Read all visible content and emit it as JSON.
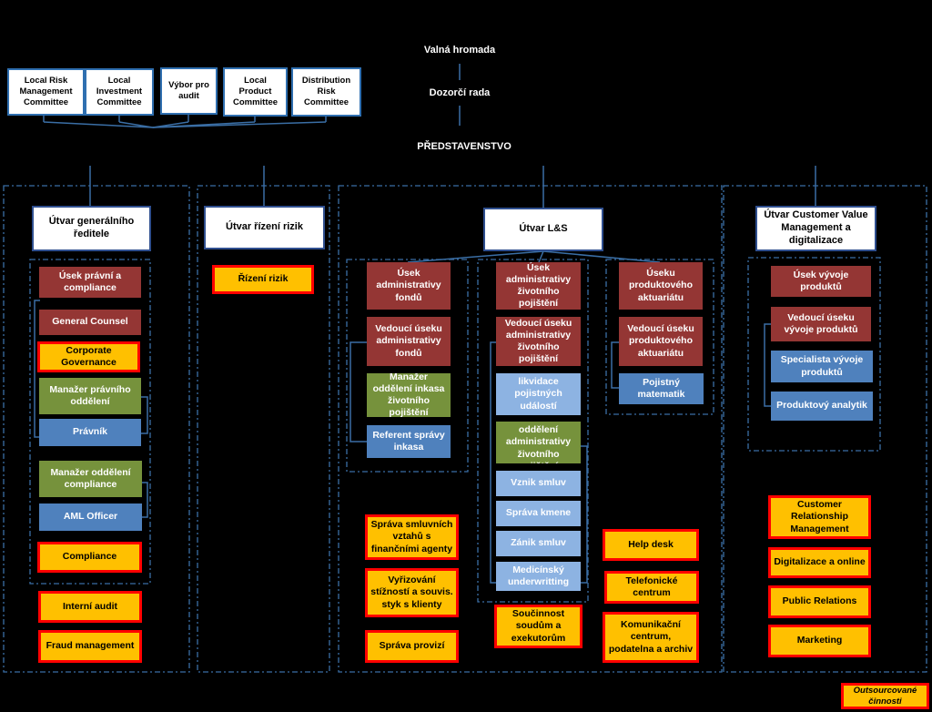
{
  "top": {
    "general_meeting": "Valná hromada",
    "supervisory_board": "Dozorčí rada",
    "board": "PŘEDSTAVENSTVO"
  },
  "committees": [
    "Local Risk Management Committee",
    "Local Investment Committee",
    "Výbor pro audit",
    "Local Product Committee",
    "Distribution Risk Committee"
  ],
  "units": {
    "ceo": {
      "title": "Útvar generálního ředitele",
      "items": [
        "Úsek právní a compliance",
        "General Counsel",
        "Corporate Governance",
        "Manažer právního oddělení",
        "Právník",
        "Manažer oddělení compliance",
        "AML Officer",
        "Compliance"
      ],
      "outsourced": [
        "Interní audit",
        "Fraud management"
      ]
    },
    "risk": {
      "title": "Útvar řízení rizik",
      "items": [
        "Řízení rizik"
      ]
    },
    "ls": {
      "title": "Útvar L&S",
      "funds": [
        "Úsek administrativy fondů",
        "Vedoucí úseku administrativy fondů",
        "Manažer oddělení inkasa životního pojištění",
        "Referent správy inkasa"
      ],
      "life": [
        "Úsek administrativy životního pojištění",
        "Vedoucí úseku administrativy životního pojištění",
        "likvidace pojistných událostí",
        "Manažer oddělení administrativy životního pojištění",
        "Vznik smluv",
        "Správa kmene",
        "Zánik smluv",
        "Medicínský underwritting"
      ],
      "actuarial": [
        "Úseku produktového aktuariátu",
        "Vedoucí úseku produktového aktuariátu",
        "Pojistný matematik"
      ],
      "outsourced_left": [
        "Správa smluvních vztahů s finančními agenty",
        "Vyřizování stížností a souvis. styk s klienty",
        "Správa provizí"
      ],
      "outsourced_mid": [
        "Součinnost soudům a exekutorům"
      ],
      "outsourced_right": [
        "Help desk",
        "Telefonické centrum",
        "Komunikační centrum, podatelna a archiv"
      ]
    },
    "cvm": {
      "title": "Útvar Customer Value Management a digitalizace",
      "items": [
        "Úsek vývoje produktů",
        "Vedoucí úseku vývoje produktů",
        "Specialista vývoje produktů",
        "Produktový analytik"
      ],
      "outsourced": [
        "Customer Relationship Management",
        "Digitalizace a online",
        "Public Relations",
        "Marketing"
      ]
    }
  },
  "legend": "Outsourcované činnosti",
  "colors": {
    "department": "#943634",
    "manager": "#76923c",
    "specialist": "#4f81bd",
    "specialist_light": "#8db3e2",
    "outsourced_fill": "#ffc000",
    "outsourced_border": "#ff0000",
    "connector": "#3a6ea5"
  }
}
